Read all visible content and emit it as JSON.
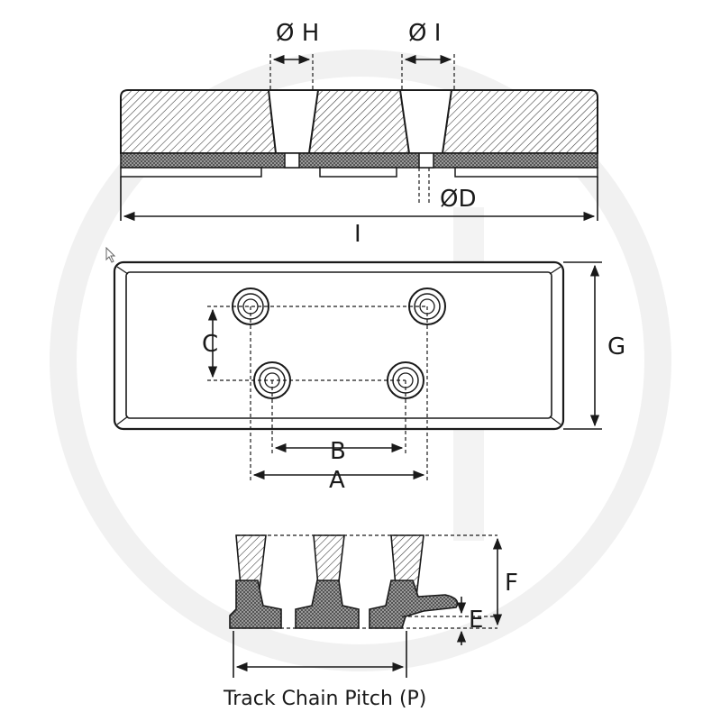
{
  "labels": {
    "dia_h": "Ø H",
    "dia_i": "Ø I",
    "dia_d": "ØD",
    "length": "I",
    "height_g": "G",
    "spacing_c": "C",
    "spacing_b": "B",
    "spacing_a": "A",
    "height_f": "F",
    "height_e": "E",
    "pitch": "Track Chain Pitch (P)"
  },
  "colors": {
    "stroke": "#1a1a1a",
    "watermark": "#f1f1f1",
    "background": "#ffffff"
  }
}
